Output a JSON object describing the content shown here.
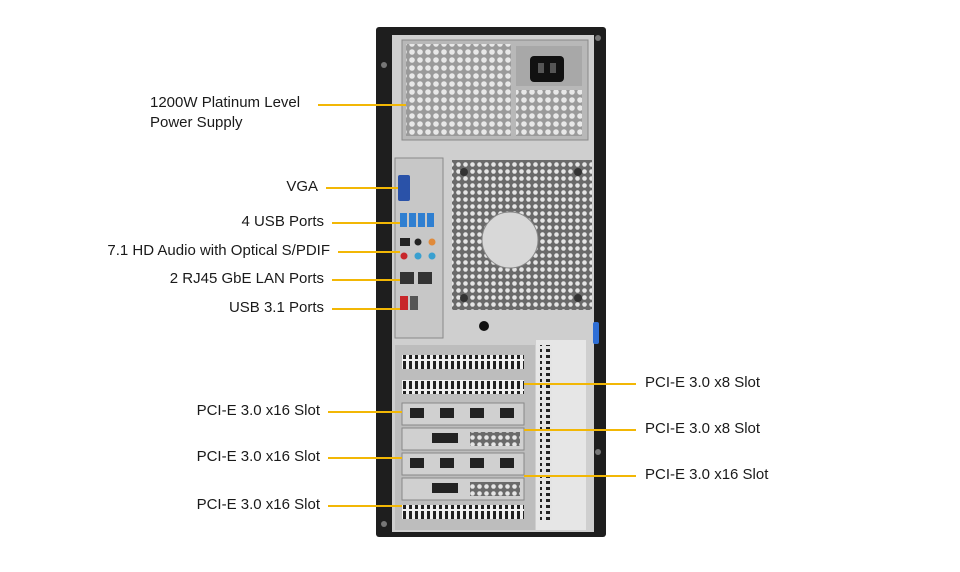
{
  "callouts_left": [
    {
      "id": "psu",
      "line1": "1200W Platinum Level",
      "line2": "Power Supply"
    },
    {
      "id": "vga",
      "text": "VGA"
    },
    {
      "id": "usb",
      "text": "4 USB Ports"
    },
    {
      "id": "audio",
      "text": "7.1 HD Audio with Optical S/PDIF"
    },
    {
      "id": "lan",
      "text": "2 RJ45 GbE LAN Ports"
    },
    {
      "id": "usb31",
      "text": "USB 3.1 Ports"
    },
    {
      "id": "pcie1",
      "text": "PCI-E 3.0 x16 Slot"
    },
    {
      "id": "pcie2",
      "text": "PCI-E 3.0 x16 Slot"
    },
    {
      "id": "pcie3",
      "text": "PCI-E 3.0 x16 Slot"
    }
  ],
  "callouts_right": [
    {
      "id": "pcie_r1",
      "text": "PCI-E 3.0 x8 Slot"
    },
    {
      "id": "pcie_r2",
      "text": "PCI-E 3.0 x8 Slot"
    },
    {
      "id": "pcie_r3",
      "text": "PCI-E 3.0 x16 Slot"
    }
  ],
  "colors": {
    "leader": "#f2b705",
    "chassis": "#1e1e1e",
    "panel": "#d8d8d8",
    "port_blue": "#2f7fd1",
    "port_red": "#c8272b"
  }
}
